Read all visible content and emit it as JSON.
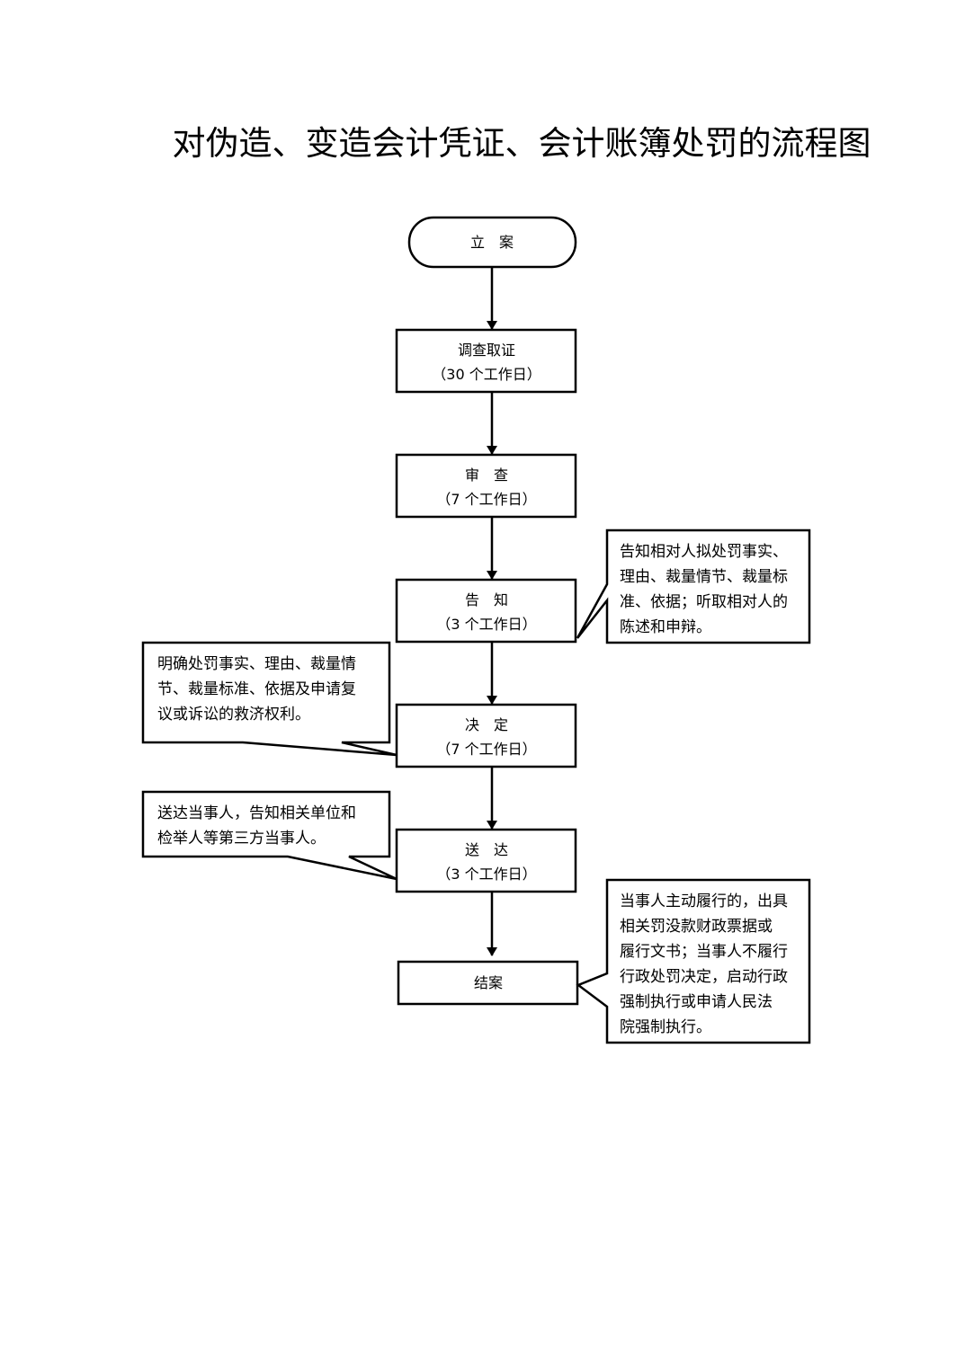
{
  "title": "对伪造、变造会计凭证、会计账簿处罚的流程图",
  "nodes": [
    {
      "label": "立　案",
      "sub": ""
    },
    {
      "label": "调查取证",
      "sub": "（30 个工作日）"
    },
    {
      "label": "审　查",
      "sub": "（7 个工作日）"
    },
    {
      "label": "告　知",
      "sub": "（3 个工作日）"
    },
    {
      "label": "决　定",
      "sub": "（7 个工作日）"
    },
    {
      "label": "送　达",
      "sub": "（3 个工作日）"
    },
    {
      "label": "结案",
      "sub": ""
    }
  ],
  "callouts": [
    {
      "lines": [
        "告知相对人拟处罚事实、",
        "理由、裁量情节、裁量标",
        "准、依据；听取相对人的",
        "陈述和申辩。"
      ]
    },
    {
      "lines": [
        "明确处罚事实、理由、裁量情",
        "节、裁量标准、依据及申请复",
        "议或诉讼的救济权利。"
      ]
    },
    {
      "lines": [
        "送达当事人，告知相关单位和",
        "检举人等第三方当事人。"
      ]
    },
    {
      "lines": [
        "当事人主动履行的，出具",
        "相关罚没款财政票据或",
        "履行文书；当事人不履行",
        "行政处罚决定，启动行政",
        "强制执行或申请人民法",
        "院强制执行。"
      ]
    }
  ]
}
